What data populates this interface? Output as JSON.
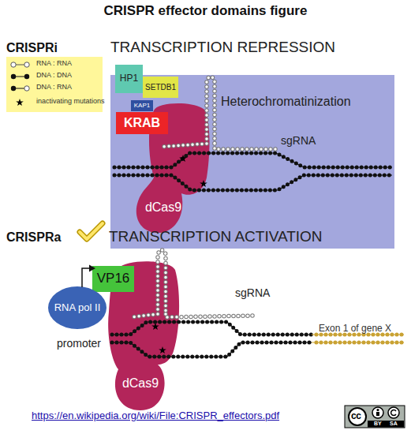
{
  "diagram": {
    "title": "CRISPR effector domains figure",
    "caption": "https://en.wikipedia.org/wiki/File:CRISPR_effectors.pdf",
    "nodes": [
      {
        "text": [
          "Heterochromatinization"
        ]
      },
      {
        "text": [
          "HP1"
        ]
      },
      {
        "text": [
          "SETDB1"
        ]
      },
      {
        "text": [
          "KAP1"
        ],
        "in": 0
      },
      {
        "text": [
          "KRAB"
        ],
        "in": 0
      },
      {
        "text": [
          "dCas9"
        ],
        "in": 0
      },
      {
        "text": [
          "VP16"
        ]
      },
      {
        "text": [
          "RNA pol II"
        ]
      },
      {
        "text": [
          "dCas9"
        ]
      }
    ],
    "labels": [
      "CRISPRi",
      "TRANSCRIPTION REPRESSION",
      "sgRNA",
      "CRISPRa",
      "TRANSCRIPTION ACTIVATION",
      "sgRNA",
      "promoter",
      "Exon 1 of gene X",
      "cc",
      "BY",
      "SA"
    ],
    "legend": [
      {
        "text": "RNA : RNA"
      },
      {
        "text": "DNA : DNA"
      },
      {
        "text": "DNA : RNA"
      },
      {
        "text": "inactivating mutations"
      }
    ]
  }
}
